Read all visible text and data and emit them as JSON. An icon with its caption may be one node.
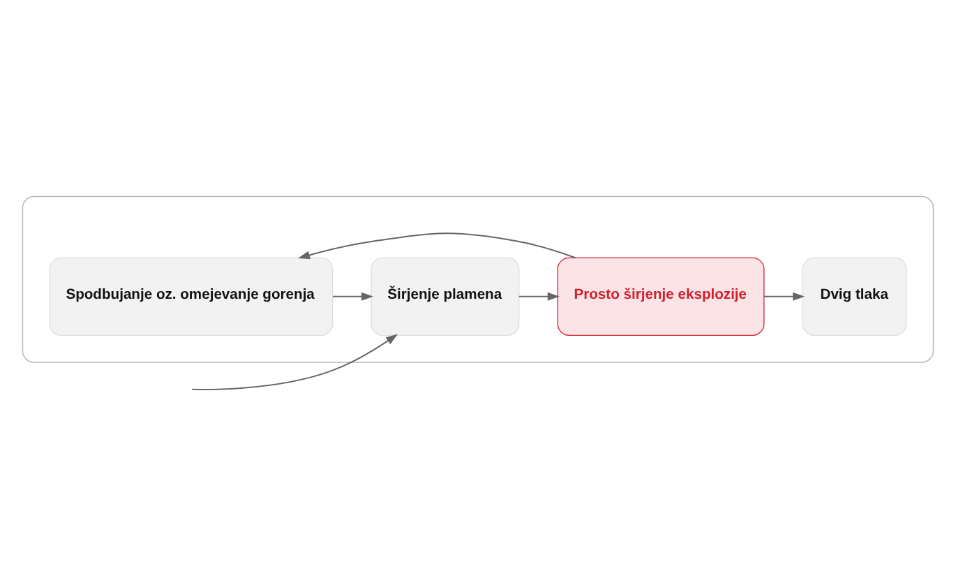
{
  "diagram": {
    "nodes": [
      {
        "text": [],
        "shape": "box"
      },
      {
        "text": [
          "Spodbujanje oz. omejevanje gorenja"
        ],
        "in": 0
      },
      {
        "text": [
          "Širjenje plamena"
        ],
        "in": 0
      },
      {
        "text": [
          "Prosto širjenje eksplozije"
        ],
        "in": 0
      },
      {
        "text": [
          "Dvig tlaka"
        ],
        "in": 0
      }
    ],
    "edges": [
      {
        "from": null,
        "to": 2,
        "arrow": "to"
      },
      {
        "from": 1,
        "to": 2,
        "arrow": "to"
      },
      {
        "from": 2,
        "to": 3,
        "arrow": "to"
      },
      {
        "from": 3,
        "to": 1,
        "arrow": "to"
      },
      {
        "from": 3,
        "to": 4,
        "arrow": "to"
      }
    ]
  }
}
